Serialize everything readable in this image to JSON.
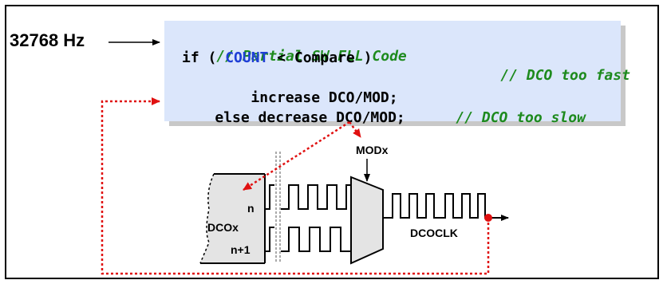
{
  "frequency_label": "32768 Hz",
  "code": {
    "comment_header": "// Partial SW FLL Code",
    "line1_if": "if (",
    "line1_count": "COUNT",
    "line1_cond": "< Compare )",
    "line1_comment": "// DCO too fast",
    "line2": "increase DCO/MOD;",
    "line3": "else decrease DCO/MOD;",
    "line3_comment": "// DCO too slow"
  },
  "diagram": {
    "modx_label": "MODx",
    "dcox_label": "DCOx",
    "n_label": "n",
    "n1_label": "n+1",
    "dcoclk_label": "DCOCLK"
  },
  "colors": {
    "feedback_arrow": "#e01010",
    "code_background": "#dbe6fb",
    "comment": "#1d8a1d",
    "count_keyword": "#1f3fd6"
  }
}
